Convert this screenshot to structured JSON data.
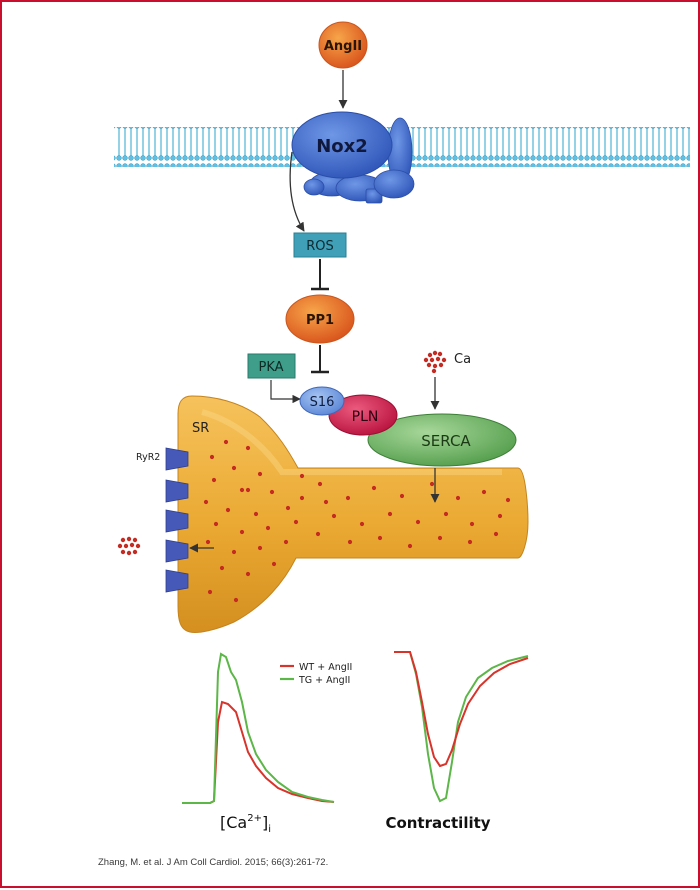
{
  "nodes": {
    "angii": "AngII",
    "nox2": "Nox2",
    "ros": "ROS",
    "pp1": "PP1",
    "pka": "PKA",
    "s16": "S16",
    "pln": "PLN",
    "serca": "SERCA",
    "ca": "Ca",
    "sr": "SR",
    "ryr2": "RyR2"
  },
  "legend": {
    "wt": "WT + AngII",
    "tg": "TG + AngII"
  },
  "series_colors": {
    "wt": "#d7342b",
    "tg": "#5cb648"
  },
  "plot_labels": {
    "calcium_base": "[Ca",
    "calcium_sup": "2+",
    "calcium_close": "]",
    "calcium_sub": "i",
    "contractility": "Contractility"
  },
  "citation": "Zhang, M. et al. J Am Coll Cardiol. 2015; 66(3):261-72."
}
